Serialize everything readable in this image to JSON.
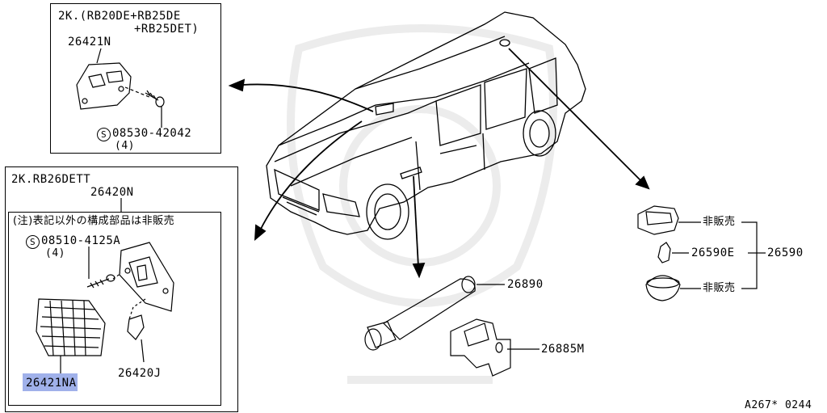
{
  "inset_top": {
    "header_line1": "2K.(RB20DE+RB25DE",
    "header_line2": "+RB25DET)",
    "part_lens": "26421N",
    "screw_symbol": "S",
    "screw_part": "08530-42042",
    "screw_qty": "(4)"
  },
  "inset_bottom": {
    "header": "2K.RB26DETT",
    "part_assembly": "26420N",
    "note": "(注)表記以外の構成部品は非販売",
    "screw_symbol": "S",
    "screw_part": "08510-4125A",
    "screw_qty": "(4)",
    "part_bulb": "26420J",
    "part_lens": "26421NA"
  },
  "right_group": {
    "label_not_sold_1": "非販売",
    "label_bulb": "26590E",
    "label_assembly": "26590",
    "label_not_sold_2": "非販売"
  },
  "center_parts": {
    "part_tube": "26890",
    "part_clip": "26885M"
  },
  "footer": {
    "diagram_code": "A267* 0244"
  },
  "colors": {
    "highlight": "#8fa3e6",
    "line": "#000000"
  }
}
